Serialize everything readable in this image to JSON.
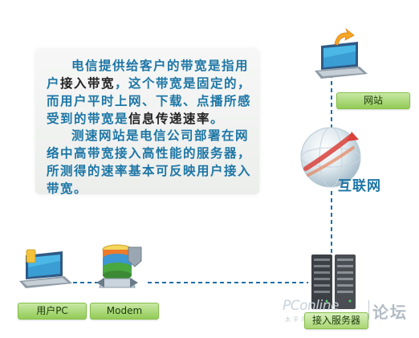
{
  "description_text": {
    "para1_pre": "电信提供给客户的带宽是指用户",
    "para1_emph1": "接入带宽",
    "para1_mid": "，这个带宽是固定的，而用户平时上网、下载、点播所感受到的带宽是",
    "para1_emph2": "信息传递速率",
    "para1_post": "。",
    "para2": "测速网站是电信公司部署在网络中高带宽接入高性能的服务器，所测得的速率基本可反映用户接入带宽。"
  },
  "nodes": {
    "website_label": "网站",
    "internet_label": "互联网",
    "user_pc_label": "用户PC",
    "modem_label": "Modem",
    "access_server_label": "接入服务器"
  },
  "watermark": {
    "brand": "PConline",
    "sub": "太平洋电脑网",
    "forum": "论坛"
  },
  "colors": {
    "text_blue": "#1d76a6",
    "link_blue": "#1e6fa8",
    "label_green": "#92cb57",
    "emphasis": "#222222"
  }
}
